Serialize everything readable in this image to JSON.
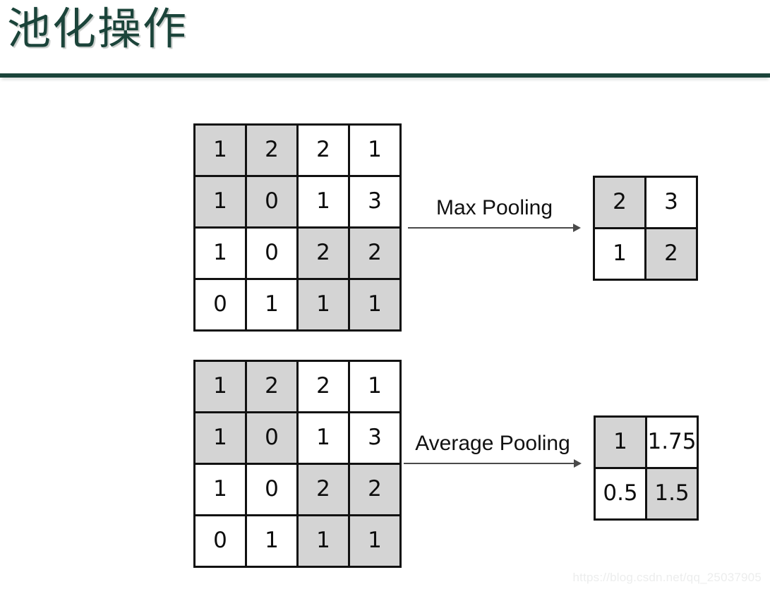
{
  "slide": {
    "title": "池化操作",
    "title_color": "#1b443a",
    "rule_color": "#1b443a",
    "background": "#ffffff"
  },
  "palette": {
    "shaded_cell": "#d4d4d4",
    "plain_cell": "#ffffff",
    "border": "#111111",
    "arrow": "#4a4a4a",
    "text": "#0d0d0d"
  },
  "operations": [
    {
      "name": "max-pooling",
      "label": "Max Pooling",
      "input": {
        "rows": [
          [
            "1",
            "2",
            "2",
            "1"
          ],
          [
            "1",
            "0",
            "1",
            "3"
          ],
          [
            "1",
            "0",
            "2",
            "2"
          ],
          [
            "0",
            "1",
            "1",
            "1"
          ]
        ],
        "shaded": [
          [
            true,
            true,
            false,
            false
          ],
          [
            true,
            true,
            false,
            false
          ],
          [
            false,
            false,
            true,
            true
          ],
          [
            false,
            false,
            true,
            true
          ]
        ]
      },
      "output": {
        "rows": [
          [
            "2",
            "3"
          ],
          [
            "1",
            "2"
          ]
        ],
        "shaded": [
          [
            true,
            false
          ],
          [
            false,
            true
          ]
        ]
      }
    },
    {
      "name": "average-pooling",
      "label": "Average Pooling",
      "input": {
        "rows": [
          [
            "1",
            "2",
            "2",
            "1"
          ],
          [
            "1",
            "0",
            "1",
            "3"
          ],
          [
            "1",
            "0",
            "2",
            "2"
          ],
          [
            "0",
            "1",
            "1",
            "1"
          ]
        ],
        "shaded": [
          [
            true,
            true,
            false,
            false
          ],
          [
            true,
            true,
            false,
            false
          ],
          [
            false,
            false,
            true,
            true
          ],
          [
            false,
            false,
            true,
            true
          ]
        ]
      },
      "output": {
        "rows": [
          [
            "1",
            "1.75"
          ],
          [
            "0.5",
            "1.5"
          ]
        ],
        "shaded": [
          [
            true,
            false
          ],
          [
            false,
            true
          ]
        ]
      }
    }
  ],
  "watermark": "https://blog.csdn.net/qq_25037905"
}
